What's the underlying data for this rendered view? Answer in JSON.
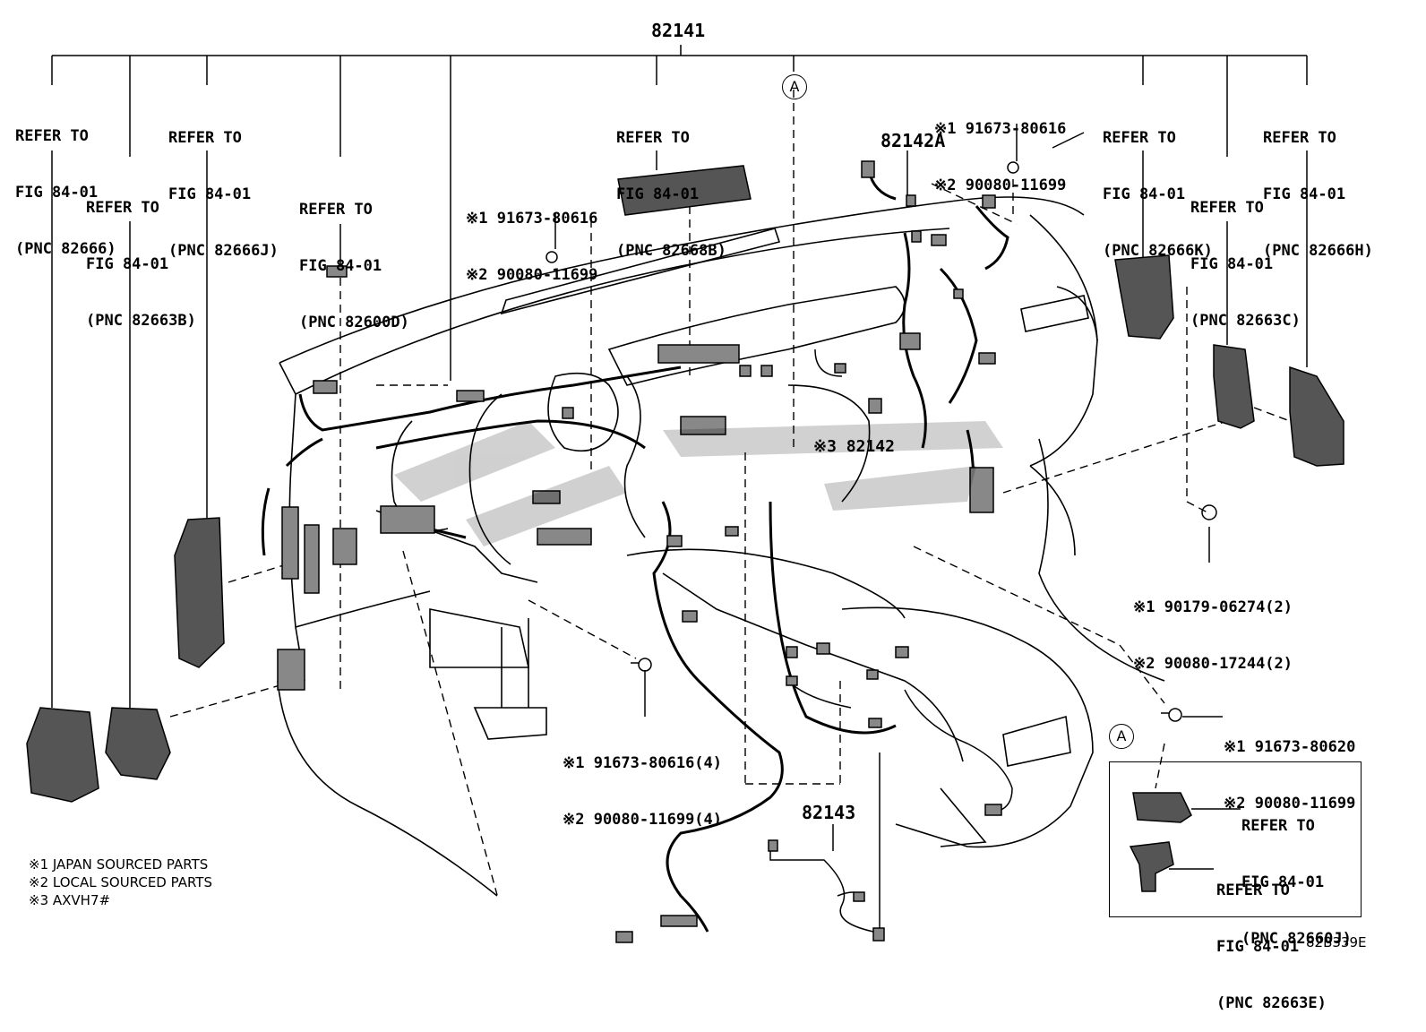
{
  "main_part": "82141",
  "callouts": {
    "ref_82666": [
      "REFER TO",
      "FIG 84-01",
      "(PNC 82666)"
    ],
    "ref_82663B": [
      "REFER TO",
      "FIG 84-01",
      "(PNC 82663B)"
    ],
    "ref_82666J": [
      "REFER TO",
      "FIG 84-01",
      "(PNC 82666J)"
    ],
    "ref_82600D": [
      "REFER TO",
      "FIG 84-01",
      "(PNC 82600D)"
    ],
    "ref_82668B": [
      "REFER TO",
      "FIG 84-01",
      "(PNC 82668B)"
    ],
    "ref_82666K": [
      "REFER TO",
      "FIG 84-01",
      "(PNC 82666K)"
    ],
    "ref_82666H": [
      "REFER TO",
      "FIG 84-01",
      "(PNC 82666H)"
    ],
    "ref_82663C": [
      "REFER TO",
      "FIG 84-01",
      "(PNC 82663C)"
    ],
    "ref_82660J": [
      "REFER TO",
      "FIG 84-01",
      "(PNC 82660J)"
    ],
    "ref_82663E": [
      "REFER TO",
      "FIG 84-01",
      "(PNC 82663E)"
    ]
  },
  "fasteners": {
    "clip_top_left": [
      "※1 91673-80616",
      "※2 90080-11699"
    ],
    "clip_top_right": [
      "※1 91673-80616",
      "※2 90080-11699"
    ],
    "clip_right": [
      "※1 90179-06274(2)",
      "※2 90080-17244(2)"
    ],
    "bolt_center": [
      "※1 91673-80616(4)",
      "※2 90080-11699(4)"
    ],
    "bolt_inset": [
      "※1 91673-80620",
      "※2 90080-11699"
    ]
  },
  "part_numbers": {
    "p82142A": "82142A",
    "p82142": "※3 82142",
    "p82143": "82143"
  },
  "circle_marker": "A",
  "legend": [
    "※1 JAPAN SOURCED PARTS",
    "※2 LOCAL SOURCED PARTS",
    "※3 AXVH7#"
  ],
  "figure_code": "82B339E"
}
